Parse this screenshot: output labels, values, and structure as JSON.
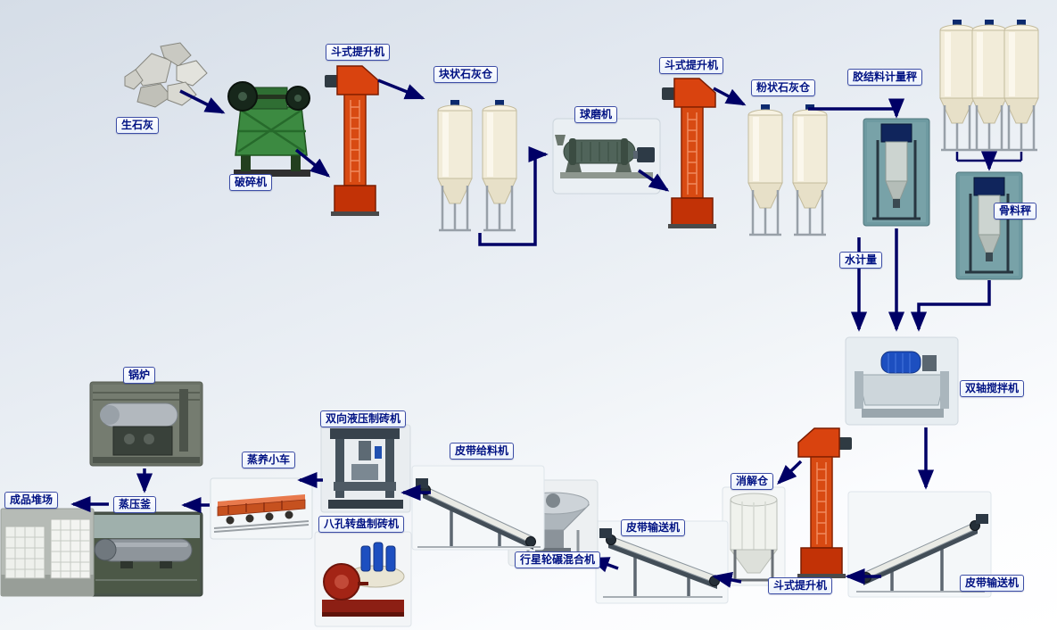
{
  "labels": {
    "quicklime": "生石灰",
    "crusher": "破碎机",
    "bucket_elevator_1": "斗式提升机",
    "lump_lime_silo": "块状石灰仓",
    "ball_mill": "球磨机",
    "bucket_elevator_2": "斗式提升机",
    "powder_lime_silo": "粉状石灰仓",
    "binder_scale": "胶结料计量秤",
    "aggregate_scale": "骨料秤",
    "water_meter": "水计量",
    "twin_shaft_mixer": "双轴搅拌机",
    "belt_conveyor_right": "皮带输送机",
    "bucket_elevator_3": "斗式提升机",
    "digestion_silo": "消解仓",
    "belt_conveyor_mid": "皮带输送机",
    "planetary_mixer": "行星轮碾混合机",
    "belt_feeder": "皮带给料机",
    "hydraulic_brick_machine": "双向液压制砖机",
    "rotary_brick_machine": "八孔转盘制砖机",
    "steam_trolley": "蒸养小车",
    "autoclave": "蒸压釜",
    "boiler": "锅炉",
    "product_yard": "成品堆场"
  },
  "colors": {
    "arrow": "#000066",
    "label_text": "#001283",
    "label_border": "#3c4da6",
    "label_bg": "#eaf1fc",
    "elevator_red": "#d84a12",
    "silo_cream": "#f2ecd9",
    "crusher_green": "#3c8a41",
    "motor_blue": "#1d4fc0"
  },
  "flow": [
    {
      "from": "quicklime",
      "to": "crusher"
    },
    {
      "from": "crusher",
      "to": "bucket_elevator_1"
    },
    {
      "from": "bucket_elevator_1",
      "to": "lump_lime_silo"
    },
    {
      "from": "lump_lime_silo",
      "to": "ball_mill"
    },
    {
      "from": "ball_mill",
      "to": "bucket_elevator_2"
    },
    {
      "from": "bucket_elevator_2",
      "to": "powder_lime_silo"
    },
    {
      "from": "powder_lime_silo",
      "to": "binder_scale"
    },
    {
      "from": "aggregate_silos",
      "to": "aggregate_scale"
    },
    {
      "from": "binder_scale",
      "to": "twin_shaft_mixer"
    },
    {
      "from": "aggregate_scale",
      "to": "twin_shaft_mixer"
    },
    {
      "from": "water_meter",
      "to": "twin_shaft_mixer"
    },
    {
      "from": "twin_shaft_mixer",
      "to": "belt_conveyor_right"
    },
    {
      "from": "belt_conveyor_right",
      "to": "bucket_elevator_3"
    },
    {
      "from": "bucket_elevator_3",
      "to": "digestion_silo"
    },
    {
      "from": "digestion_silo",
      "to": "belt_conveyor_mid"
    },
    {
      "from": "belt_conveyor_mid",
      "to": "planetary_mixer"
    },
    {
      "from": "planetary_mixer",
      "to": "belt_feeder"
    },
    {
      "from": "belt_feeder",
      "to": "hydraulic_brick_machine"
    },
    {
      "from": "hydraulic_brick_machine",
      "to": "steam_trolley"
    },
    {
      "from": "steam_trolley",
      "to": "autoclave"
    },
    {
      "from": "boiler",
      "to": "autoclave"
    },
    {
      "from": "autoclave",
      "to": "product_yard"
    }
  ]
}
